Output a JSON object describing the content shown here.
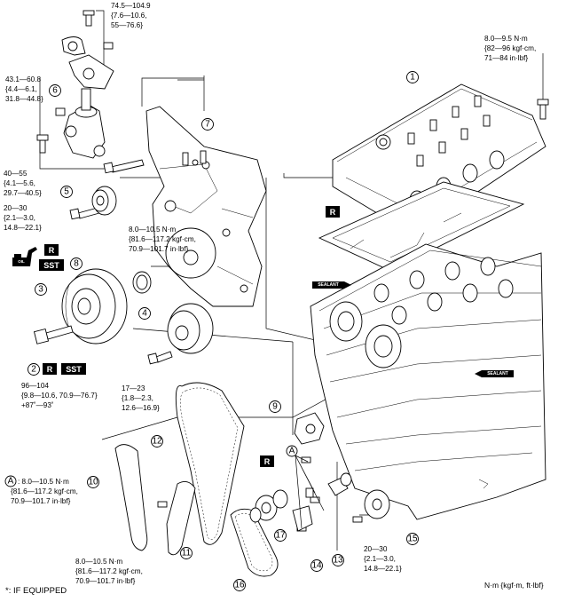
{
  "torque_labels": {
    "t1": [
      "74.5—104.9",
      "{7.6—10.6,",
      "55—76.6}"
    ],
    "t2": [
      "8.0—9.5 N·m",
      "{82—96 kgf·cm,",
      "71—84 in·lbf}"
    ],
    "t3": [
      "43.1—60.8",
      "{4.4—6.1,",
      "31.8—44.8}"
    ],
    "t4": [
      "40—55",
      "{4.1—5.6,",
      "29.7—40.5}"
    ],
    "t5": [
      "20—30",
      "{2.1—3.0,",
      "14.8—22.1}"
    ],
    "t6": [
      "8.0—10.5 N·m",
      "{81.6—117.2 kgf·cm,",
      "70.9—101.7 in·lbf}"
    ],
    "t7": [
      "96—104",
      "{9.8—10.6,  70.9—76.7}",
      "+87˚—93˚"
    ],
    "t8": [
      "17—23",
      "{1.8—2.3,",
      "12.6—16.9}"
    ],
    "t9": [
      ": 8.0—10.5 N·m",
      "{81.6—117.2 kgf·cm,",
      "70.9—101.7 in·lbf}"
    ],
    "t10": [
      "8.0—10.5 N·m",
      "{81.6—117.2 kgf·cm,",
      "70.9—101.7 in·lbf}"
    ],
    "t11": [
      "20—30",
      "{2.1—3.0,",
      "14.8—22.1}"
    ]
  },
  "callout_letter": "A",
  "part_numbers": [
    "1",
    "2",
    "3",
    "4",
    "5",
    "6",
    "7",
    "8",
    "9",
    "10",
    "11",
    "12",
    "13",
    "14",
    "15",
    "16",
    "17"
  ],
  "tags": {
    "replace": "R",
    "special_tool": "SST",
    "sealant": "SEALANT",
    "oil": "OIL"
  },
  "footnote": "*: IF EQUIPPED",
  "units_note": "N·m {kgf·m, ft·lbf}"
}
